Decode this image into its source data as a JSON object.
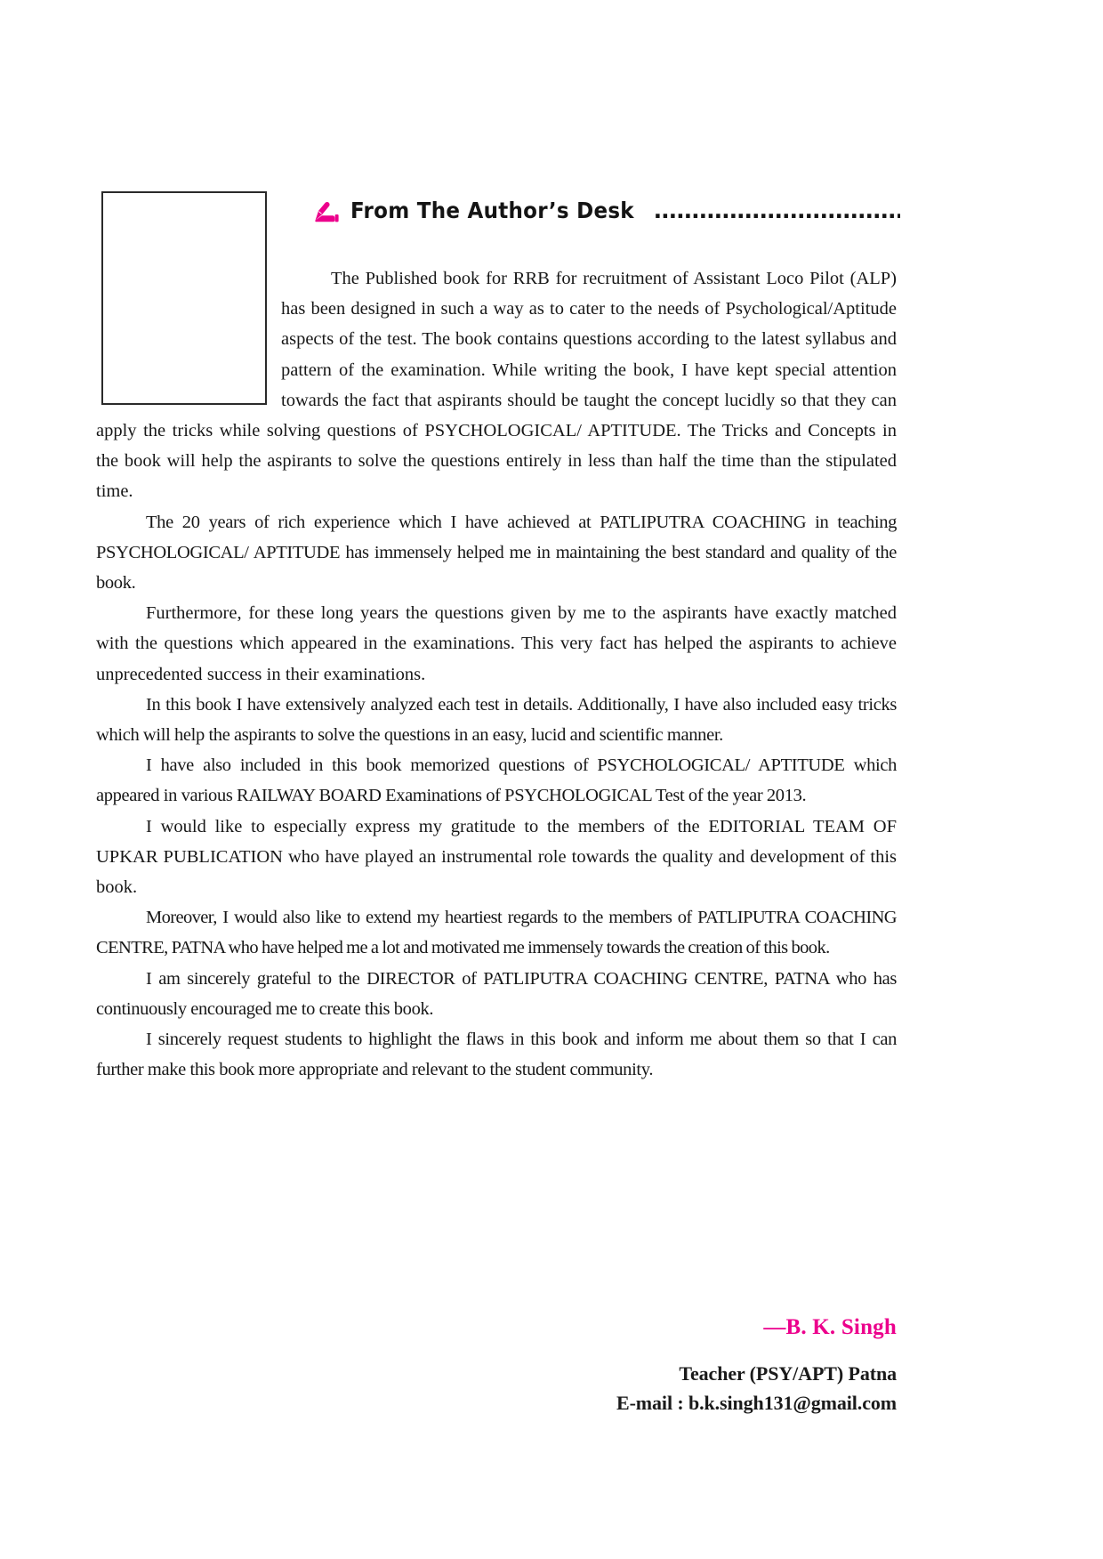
{
  "page": {
    "accent_color": "#ec008c",
    "text_color": "#171717",
    "background": "#ffffff"
  },
  "header": {
    "icon": "pen-writing-icon",
    "title": "From The Author’s Desk",
    "leader": "................................................."
  },
  "photo_box": {
    "label": "author-photo-placeholder"
  },
  "body": {
    "paragraphs": [
      "The Published book for RRB for recruitment of Assistant Loco Pilot (ALP) has been designed in such a way as to cater to the needs of Psychological/Aptitude aspects of the test. The book contains questions according to the latest syllabus and pattern of the examination. While writing the book, I have kept special attention towards the fact that aspirants should be taught the concept lucidly so that they can apply the tricks while solving questions of PSYCHOLOGICAL/ APTITUDE. The Tricks and Concepts in the book will help the aspirants to solve the questions entirely in less than half the time than the stipulated time.",
      "The 20 years of rich experience which I have achieved at PATLIPUTRA COACHING in teaching PSYCHOLOGICAL/ APTITUDE has immensely helped me in maintaining the best standard and quality of the book.",
      "Furthermore, for these long years the questions given by me to the aspirants have exactly matched with the questions which appeared in the examinations. This very fact has helped the aspirants to achieve unprecedented success in their examinations.",
      "In this book I have extensively analyzed each test in details. Additionally, I have also included easy tricks which will help the aspirants to solve the questions in an easy, lucid and scientific manner.",
      "I have also included in this book memorized questions of PSYCHOLOGICAL/ APTITUDE which appeared in various RAILWAY BOARD Examinations of PSYCHOLOGICAL Test of the year 2013.",
      "I would like to especially express my gratitude to the members of the EDITORIAL TEAM OF UPKAR PUBLICATION who have played an instrumental role towards the quality and development of this book.",
      "Moreover, I would also like to extend my heartiest regards to the members of PATLIPUTRA COACHING CENTRE, PATNA who have helped me  a lot and motivated me immensely towards the creation of this book.",
      "I am sincerely grateful to the DIRECTOR of PATLIPUTRA COACHING CENTRE, PATNA who has continuously encouraged me to create this book.",
      "I sincerely request students to highlight the flaws in this book and inform me about them so that I can further make this book more appropriate and relevant to the student community."
    ]
  },
  "signature": {
    "name": "—B. K. Singh",
    "role": "Teacher (PSY/APT) Patna",
    "email": "E-mail : b.k.singh131@gmail.com"
  }
}
